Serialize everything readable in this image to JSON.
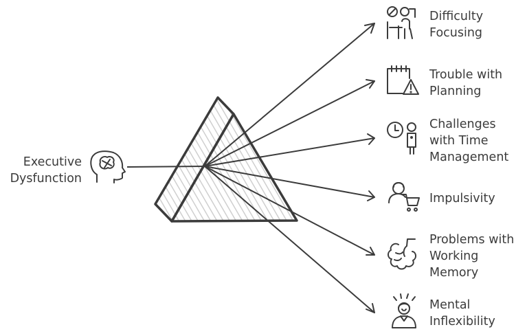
{
  "source": {
    "lines": [
      "Executive",
      "Dysfunction"
    ],
    "icon": "brain-head-icon"
  },
  "outputs": [
    {
      "lines": [
        "Difficulty",
        "Focusing"
      ],
      "icon": "distracted-desk-icon"
    },
    {
      "lines": [
        "Trouble with",
        "Planning"
      ],
      "icon": "calendar-warning-icon"
    },
    {
      "lines": [
        "Challenges",
        "with Time",
        "Management"
      ],
      "icon": "clock-person-icon"
    },
    {
      "lines": [
        "Impulsivity"
      ],
      "icon": "shopping-cart-person-icon"
    },
    {
      "lines": [
        "Problems with",
        "Working",
        "Memory"
      ],
      "icon": "brain-icon"
    },
    {
      "lines": [
        "Mental",
        "Inflexibility"
      ],
      "icon": "stressed-person-icon"
    }
  ],
  "colors": {
    "stroke": "#3b3b3b",
    "prism_fill": "#d9d9d9",
    "text": "#3b3b3b"
  }
}
